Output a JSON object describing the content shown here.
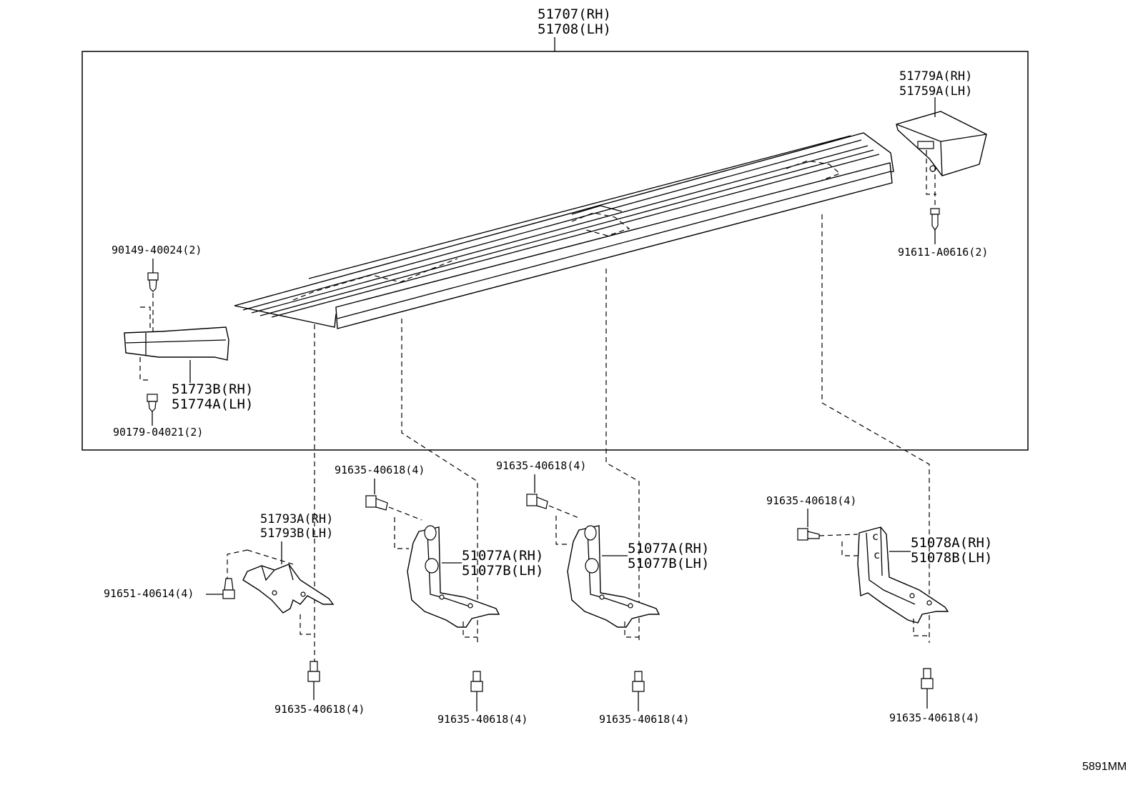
{
  "diagram": {
    "frame_labels": {
      "main_rh": "51707(RH)",
      "main_lh": "51708(LH)"
    },
    "parts": {
      "end_cap_rear": {
        "rh": "51779A(RH)",
        "lh": "51759A(LH)"
      },
      "end_cap_front": {
        "rh": "51773B(RH)",
        "lh": "51774A(LH)"
      },
      "bracket_1": {
        "rh": "51793A(RH)",
        "lh": "51793B(LH)"
      },
      "bracket_2": {
        "rh": "51077A(RH)",
        "lh": "51077B(LH)"
      },
      "bracket_3": {
        "rh": "51077A(RH)",
        "lh": "51077B(LH)"
      },
      "bracket_4": {
        "rh": "51078A(RH)",
        "lh": "51078B(LH)"
      }
    },
    "fasteners": {
      "screw_top_left": "90149-40024(2)",
      "screw_bottom_left": "90179-04021(2)",
      "screw_rear_cap": "91611-A0616(2)",
      "bolt_bracket1_side": "91651-40614(4)",
      "bolt_bracket1_bottom": "91635-40618(4)",
      "bolt_bracket2_top": "91635-40618(4)",
      "bolt_bracket2_bottom": "91635-40618(4)",
      "bolt_bracket3_top": "91635-40618(4)",
      "bolt_bracket3_bottom": "91635-40618(4)",
      "bolt_bracket4_side": "91635-40618(4)",
      "bolt_bracket4_bottom": "91635-40618(4)"
    },
    "footer_code": "5891MM"
  }
}
